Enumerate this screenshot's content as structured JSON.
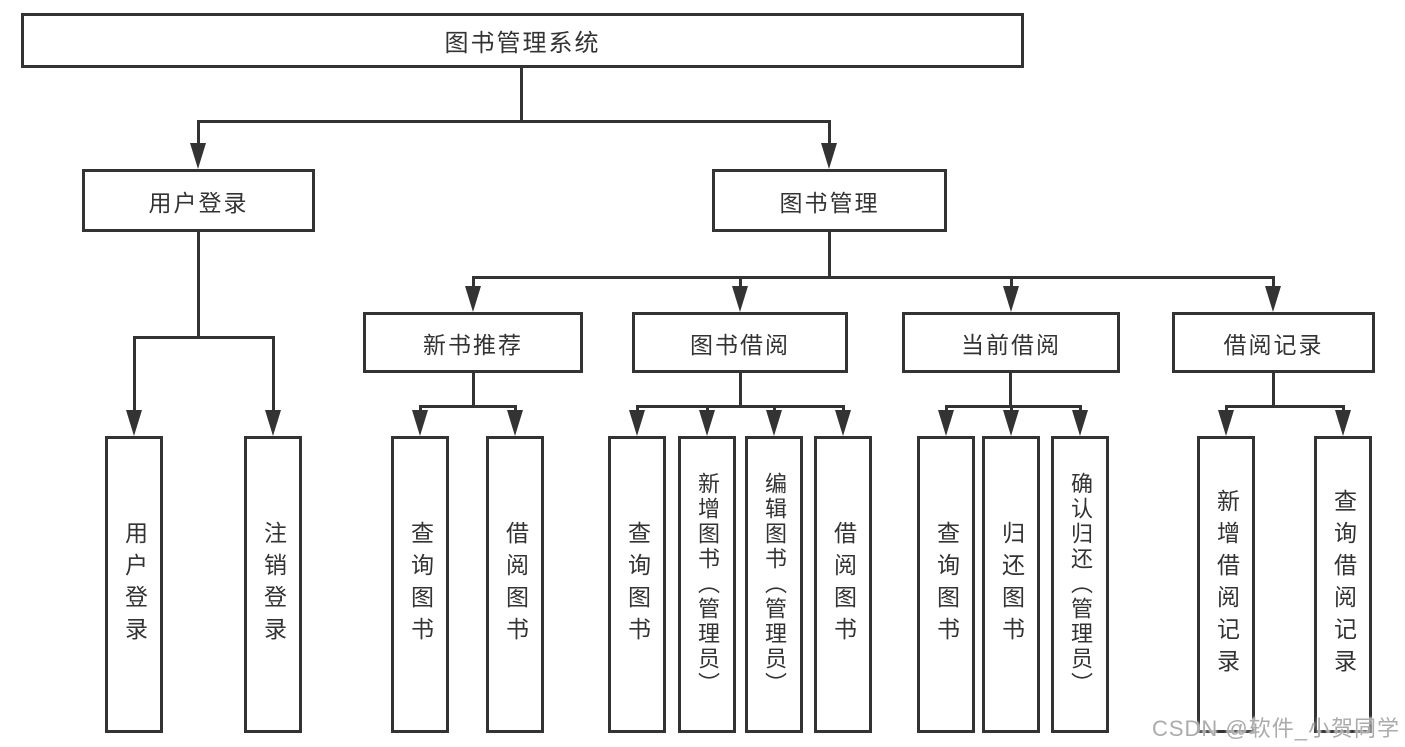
{
  "diagram": {
    "root": "图书管理系统",
    "branches": [
      {
        "label": "用户登录",
        "children": [
          "用户登录",
          "注销登录"
        ]
      },
      {
        "label": "图书管理",
        "sections": [
          {
            "label": "新书推荐",
            "children": [
              "查询图书",
              "借阅图书"
            ]
          },
          {
            "label": "图书借阅",
            "children": [
              "查询图书",
              "新增图书（管理员）",
              "编辑图书（管理员）",
              "借阅图书"
            ]
          },
          {
            "label": "当前借阅",
            "children": [
              "查询图书",
              "归还图书",
              "确认归还（管理员）"
            ]
          },
          {
            "label": "借阅记录",
            "children": [
              "新增借阅记录",
              "查询借阅记录"
            ]
          }
        ]
      }
    ]
  },
  "watermark": {
    "text": "CSDN @软件_小贺同学"
  },
  "colors": {
    "line": "#333333",
    "text": "#333333",
    "watermark": "#ababab",
    "background": "#ffffff"
  }
}
